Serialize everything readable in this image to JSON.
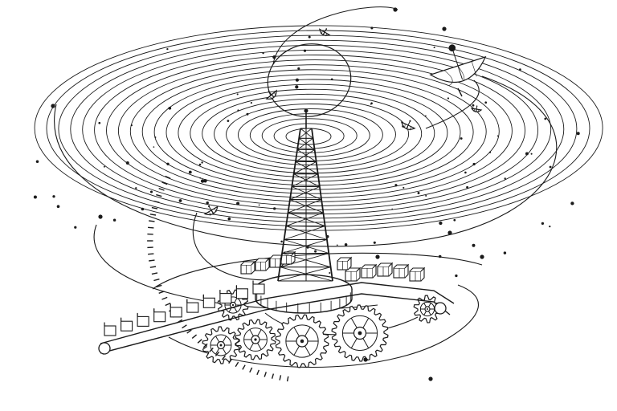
{
  "scene": {
    "background": "#ffffff",
    "ink": "#1a1a1a",
    "subject": "lattice-radio-tower",
    "elements": [
      "concentric-signal-rings",
      "orbiting-satellite-dishes",
      "parabolic-dish-antenna",
      "gear-train",
      "box-conveyor-belt",
      "scattered-dots"
    ]
  }
}
